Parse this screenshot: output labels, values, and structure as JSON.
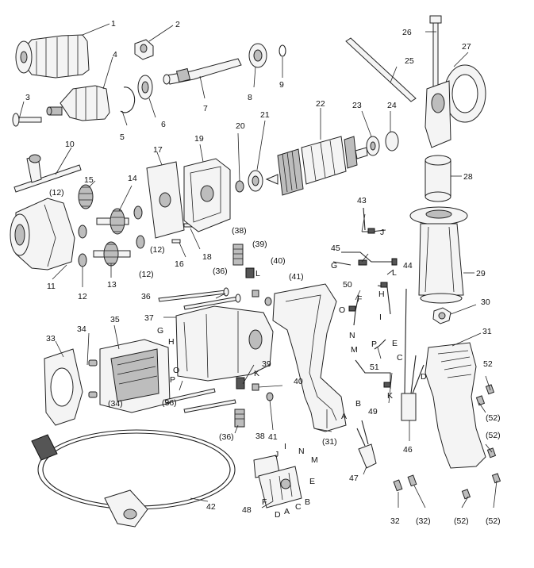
{
  "diagram": {
    "labels": {
      "l1": "1",
      "l2": "2",
      "l3": "3",
      "l4": "4",
      "l5": "5",
      "l6": "6",
      "l7": "7",
      "l8": "8",
      "l9": "9",
      "l10": "10",
      "l11": "11",
      "l12": "12",
      "l12a": "(12)",
      "l12b": "(12)",
      "l12c": "(12)",
      "l13": "13",
      "l14": "14",
      "l15": "15",
      "l16": "16",
      "l17": "17",
      "l18": "18",
      "l19": "19",
      "l20": "20",
      "l21": "21",
      "l22": "22",
      "l23": "23",
      "l24": "24",
      "l25": "25",
      "l26": "26",
      "l27": "27",
      "l28": "28",
      "l29": "29",
      "l30": "30",
      "l31": "31",
      "l31b": "(31)",
      "l32": "32",
      "l32b": "(32)",
      "l33": "33",
      "l34": "34",
      "l34b": "(34)",
      "l35": "35",
      "l36": "36",
      "l36a": "(36)",
      "l36b": "(36)",
      "l36c": "(36)",
      "l37": "37",
      "l38": "38",
      "l38b": "(38)",
      "l39": "39",
      "l39b": "(39)",
      "l40": "40",
      "l40b": "(40)",
      "l41": "41",
      "l41b": "(41)",
      "l42": "42",
      "l43": "43",
      "l44": "44",
      "l45": "45",
      "l46": "46",
      "l47": "47",
      "l48": "48",
      "l49": "49",
      "l50": "50",
      "l51": "51",
      "l52": "52",
      "l52a": "(52)",
      "l52b": "(52)",
      "l52c": "(52)",
      "l52d": "(52)"
    },
    "letters": {
      "a1": "A",
      "a2": "A",
      "b1": "B",
      "b2": "B",
      "c1": "C",
      "c2": "C",
      "d1": "D",
      "d2": "D",
      "e1": "E",
      "e2": "E",
      "f1": "F",
      "f2": "F",
      "g1": "G",
      "g2": "G",
      "h1": "H",
      "h2": "H",
      "i1": "I",
      "i2": "I",
      "j1": "J",
      "j2": "J",
      "k1": "K",
      "k2": "K",
      "l1": "L",
      "l2": "L",
      "m1": "M",
      "m2": "M",
      "n1": "N",
      "n2": "N",
      "o1": "O",
      "o2": "O",
      "p1": "P",
      "p2": "P"
    }
  }
}
